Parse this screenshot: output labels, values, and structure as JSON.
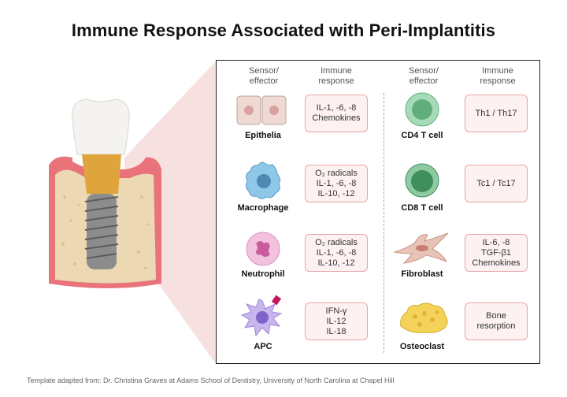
{
  "title": "Immune Response Associated with Peri-Implantitis",
  "headers": {
    "left_sensor": [
      "Sensor/",
      "effector"
    ],
    "left_response": [
      "Immune",
      "response"
    ],
    "right_sensor": [
      "Sensor/",
      "effector"
    ],
    "right_response": [
      "Immune",
      "response"
    ]
  },
  "left_cells": [
    {
      "label": "Epithelia",
      "icon": "epithelia-icon",
      "response": [
        "IL-1, -6, -8",
        "Chemokines"
      ]
    },
    {
      "label": "Macrophage",
      "icon": "macrophage-icon",
      "response": [
        "O₂ radicals",
        "IL-1, -6, -8",
        "IL-10, -12"
      ]
    },
    {
      "label": "Neutrophil",
      "icon": "neutrophil-icon",
      "response": [
        "O₂ radicals",
        "IL-1, -6, -8",
        "IL-10, -12"
      ]
    },
    {
      "label": "APC",
      "icon": "apc-icon",
      "response": [
        "IFN-γ",
        "IL-12",
        "IL-18"
      ]
    }
  ],
  "right_cells": [
    {
      "label": "CD4 T cell",
      "icon": "cd4-t-cell-icon",
      "response": [
        "Th1 / Th17"
      ]
    },
    {
      "label": "CD8 T cell",
      "icon": "cd8-t-cell-icon",
      "response": [
        "Tc1 / Tc17"
      ]
    },
    {
      "label": "Fibroblast",
      "icon": "fibroblast-icon",
      "response": [
        "IL-6, -8",
        "TGF-β1",
        "Chemokines"
      ]
    },
    {
      "label": "Osteoclast",
      "icon": "osteoclast-icon",
      "response": [
        "Bone",
        "resorption"
      ]
    }
  ],
  "footer": "Template adapted from: Dr. Christina Graves at Adams School of Dentistry, University of North Carolina at Chapel Hill",
  "colors": {
    "box_border": "#e9a3a7",
    "box_fill": "#fdf1f1",
    "zoom_wedge": "#f6dada",
    "gum": "#e8737b",
    "bone": "#e8d6b5",
    "abutment": "#e0a43c"
  }
}
